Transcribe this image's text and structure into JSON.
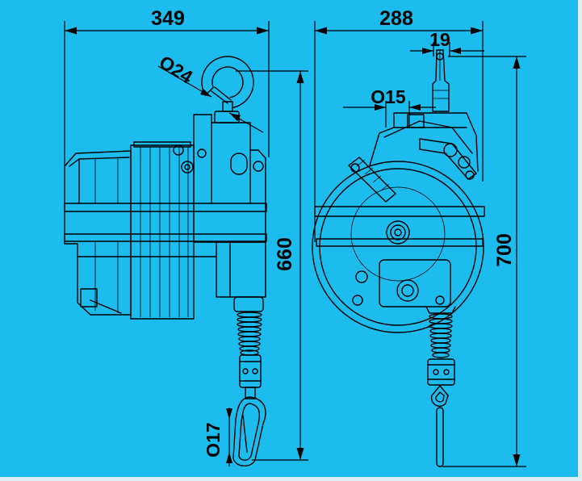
{
  "colors": {
    "background": "#1cbcee",
    "line": "#000000",
    "frame": "#dcedf4"
  },
  "dimensions": {
    "side_width": "349",
    "front_width": "288",
    "hook_width": "19",
    "hook_eye": "O24",
    "pin": "O15",
    "side_height": "660",
    "front_height": "700",
    "carabiner": "O17"
  }
}
